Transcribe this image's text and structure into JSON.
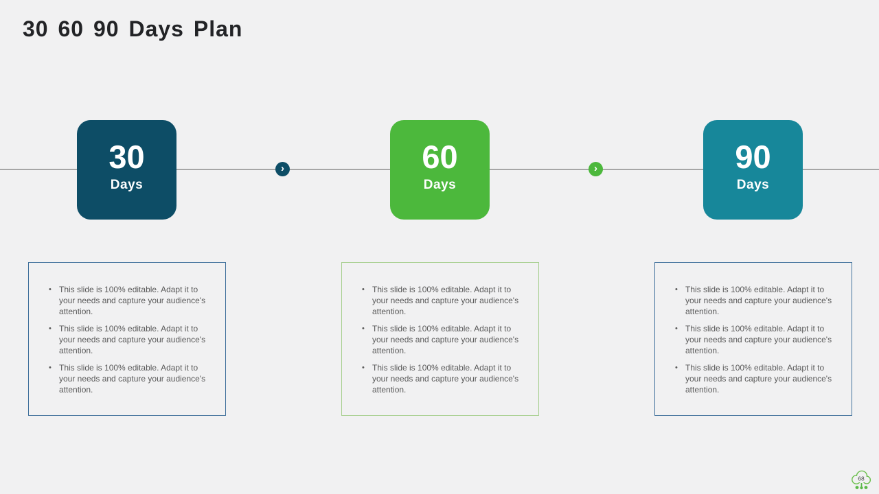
{
  "slide": {
    "title": "30 60 90 Days Plan",
    "page_number": "68",
    "background_color": "#f1f1f2",
    "title_color": "#222326"
  },
  "timeline": {
    "line_color": "#a6a6a6",
    "connectors": [
      {
        "chevron": "›",
        "color": "#0d4d66"
      },
      {
        "chevron": "›",
        "color": "#4cb83c"
      }
    ]
  },
  "milestones": [
    {
      "number": "30",
      "label": "Days",
      "color": "#0d4d66"
    },
    {
      "number": "60",
      "label": "Days",
      "color": "#4cb83c"
    },
    {
      "number": "90",
      "label": "Days",
      "color": "#17879a"
    }
  ],
  "boxes": [
    {
      "border_color": "#41719c",
      "bullets": [
        "This slide is 100% editable. Adapt it to your needs and capture your audience's attention.",
        "This slide is 100% editable. Adapt it to your needs and capture your audience's attention.",
        "This slide is 100% editable. Adapt it to your needs and capture your audience's attention."
      ]
    },
    {
      "border_color": "#a6cf8e",
      "bullets": [
        "This slide is 100% editable. Adapt it to your needs and capture your audience's attention.",
        "This slide is 100% editable. Adapt it to your needs and capture your audience's attention.",
        "This slide is 100% editable. Adapt it to your needs and capture your audience's attention."
      ]
    },
    {
      "border_color": "#41719c",
      "bullets": [
        "This slide is 100% editable. Adapt it to your needs and capture your audience's attention.",
        "This slide is 100% editable. Adapt it to your needs and capture your audience's attention.",
        "This slide is 100% editable. Adapt it to your needs and capture your audience's attention."
      ]
    }
  ],
  "watermark": {
    "cloud_stroke_color": "#6abf4b",
    "dot_color": "#5bb947",
    "number_color": "#4d4d4d"
  }
}
